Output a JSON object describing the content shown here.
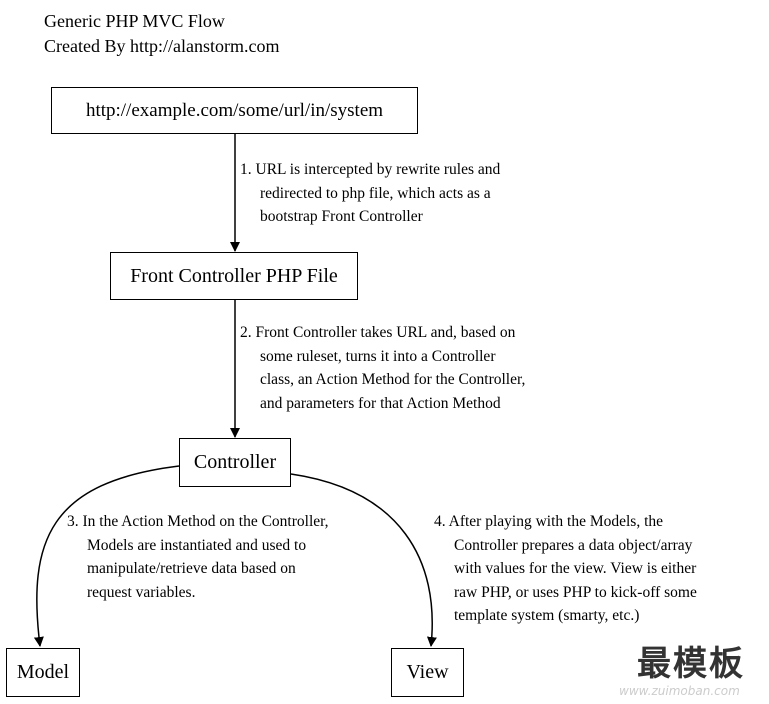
{
  "header": {
    "title": "Generic PHP MVC Flow",
    "subtitle": "Created By http://alanstorm.com"
  },
  "nodes": {
    "url": "http://example.com/some/url/in/system",
    "front_controller": "Front Controller PHP File",
    "controller": "Controller",
    "model": "Model",
    "view": "View"
  },
  "annotations": {
    "step1": [
      "1. URL is intercepted by rewrite rules and",
      "redirected to php file, which acts as a",
      "bootstrap Front Controller"
    ],
    "step2": [
      "2. Front Controller takes URL and, based on",
      "some ruleset, turns  it into a Controller",
      "class, an Action Method for the Controller,",
      "and parameters for that Action Method"
    ],
    "step3": [
      "3. In the Action Method on the Controller,",
      "Models are instantiated and used to",
      "manipulate/retrieve data based on",
      "request variables."
    ],
    "step4": [
      "4. After playing with the Models, the",
      "Controller prepares a data  object/array",
      "with values for the view.  View is either",
      "raw PHP, or uses PHP to kick-off some",
      "template system (smarty, etc.)"
    ]
  },
  "watermark": {
    "main": "最模板",
    "sub": "www.zuimoban.com"
  },
  "colors": {
    "ink": "#000000",
    "background": "#ffffff",
    "watermark_main": "#333333",
    "watermark_sub": "#cccccc"
  }
}
